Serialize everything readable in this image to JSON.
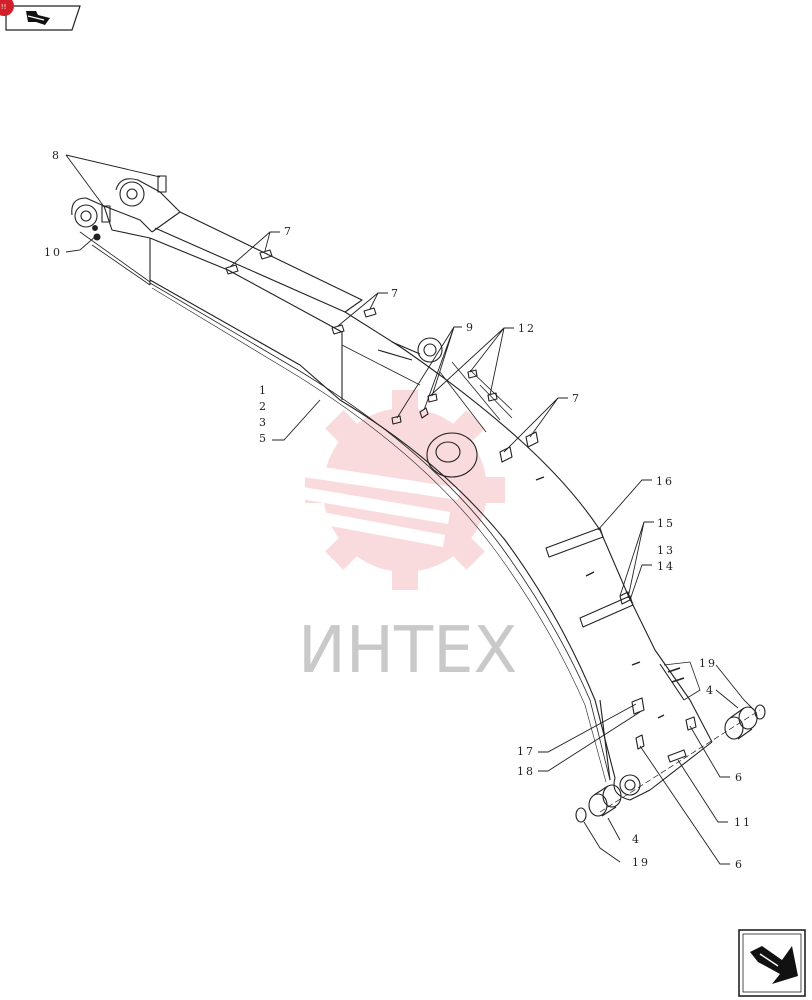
{
  "watermark": {
    "text": "ИНТЕХ",
    "logo": "gear-logo",
    "color": "#e8505b"
  },
  "top_badge": {
    "text": "!!!"
  },
  "callouts": {
    "c8": "8",
    "c10": "10",
    "c7a": "7",
    "c7b": "7",
    "c7c": "7",
    "c9": "9",
    "c12": "12",
    "c1": "1",
    "c2": "2",
    "c3": "3",
    "c5": "5",
    "c16": "16",
    "c15": "15",
    "c13": "13",
    "c14": "14",
    "c19a": "19",
    "c4a": "4",
    "c6a": "6",
    "c11": "11",
    "c6b": "6",
    "c17": "17",
    "c18": "18",
    "c4b": "4",
    "c19b": "19"
  },
  "nav": {
    "prev_icon": "back-arrow-icon",
    "next_icon": "forward-arrow-icon"
  }
}
